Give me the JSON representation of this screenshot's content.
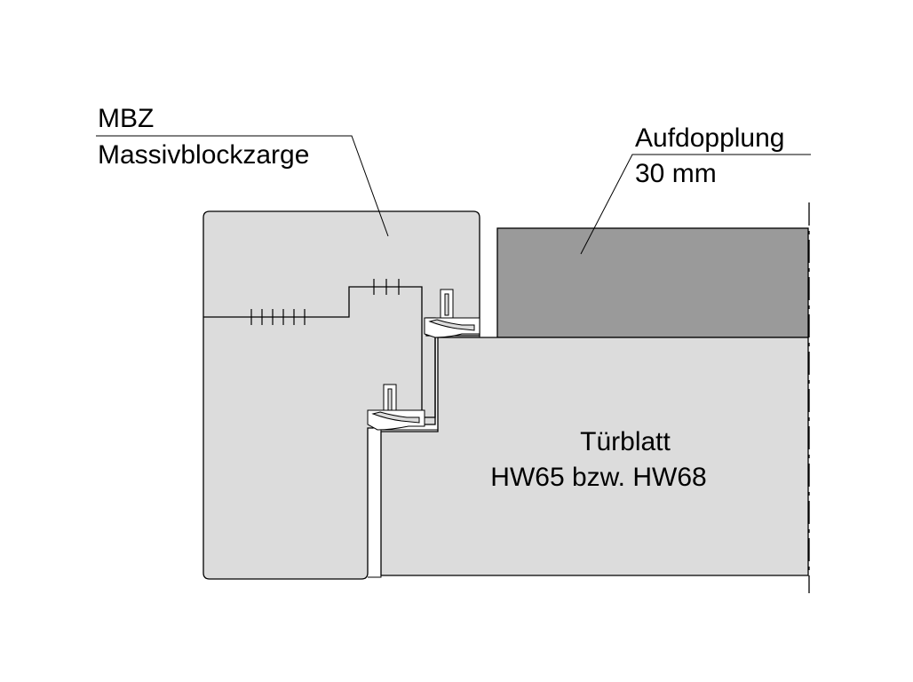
{
  "callouts": {
    "frame": {
      "line1": "MBZ",
      "line2": "Massivblockzarge"
    },
    "lining": {
      "line1": "Aufdopplung",
      "line2": "30 mm"
    }
  },
  "door_leaf": {
    "line1": "Türblatt",
    "line2": "HW65 bzw. HW68"
  },
  "colors": {
    "frame_fill": "#dcdcdc",
    "door_fill": "#dcdcdc",
    "lining_fill": "#9a9a9a",
    "stroke": "#000000"
  }
}
